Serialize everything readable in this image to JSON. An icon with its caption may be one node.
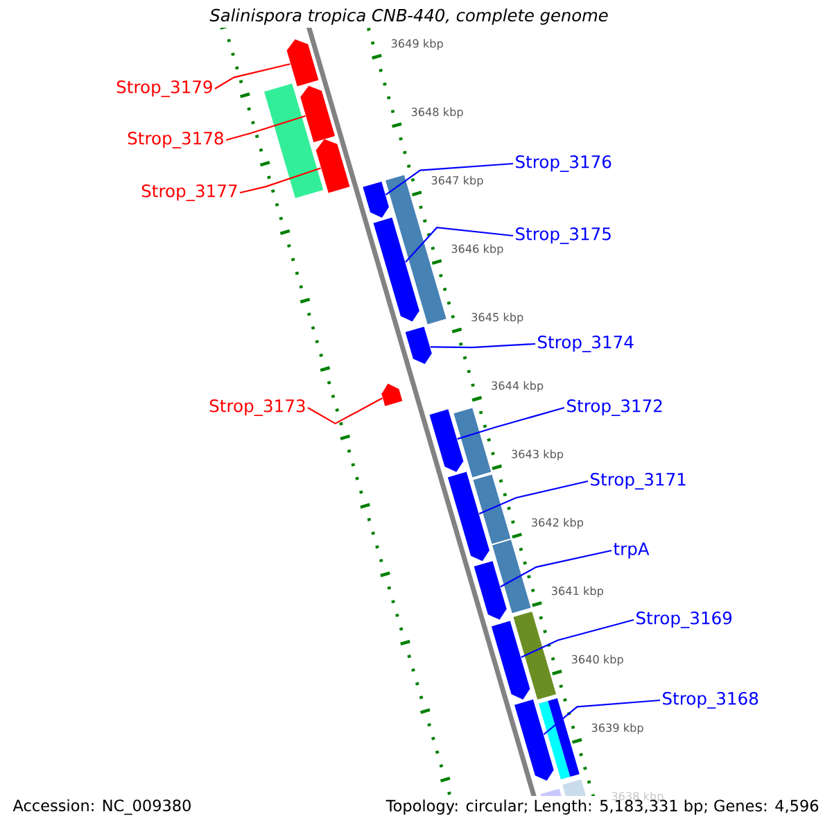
{
  "diagram": {
    "title": "Salinispora tropica CNB-440, complete genome",
    "nodes": [
      {
        "text": [
          "Strop_3179"
        ]
      },
      {
        "text": [
          "Strop_3178"
        ]
      },
      {
        "text": [
          "Strop_3177"
        ]
      },
      {
        "text": [
          "Strop_3176"
        ]
      },
      {
        "text": [
          "Strop_3175"
        ]
      },
      {
        "text": [
          "Strop_3174"
        ]
      },
      {
        "text": [
          "Strop_3173"
        ]
      },
      {
        "text": [
          "Strop_3172"
        ]
      },
      {
        "text": [
          "Strop_3171"
        ]
      },
      {
        "text": [
          "trpA"
        ]
      },
      {
        "text": [
          "Strop_3169"
        ]
      },
      {
        "text": [
          "Strop_3168"
        ]
      },
      {
        "text": [],
        "shape": "pentagon"
      },
      {
        "text": [],
        "shape": "pentagon"
      },
      {
        "text": [],
        "shape": "pentagon"
      },
      {
        "text": [],
        "shape": "pentagon"
      },
      {
        "text": [],
        "shape": "pentagon"
      },
      {
        "text": [],
        "shape": "pentagon"
      },
      {
        "text": [],
        "shape": "pentagon"
      },
      {
        "text": [],
        "shape": "pentagon"
      },
      {
        "text": [],
        "shape": "pentagon"
      },
      {
        "text": [],
        "shape": "pentagon"
      },
      {
        "text": [],
        "shape": "pentagon"
      },
      {
        "text": [],
        "shape": "pentagon"
      }
    ],
    "edges": [
      {
        "from": 0,
        "to": 12,
        "arrow": "none",
        "color": "#ff0000"
      },
      {
        "from": 1,
        "to": 13,
        "arrow": "none",
        "color": "#ff0000"
      },
      {
        "from": 2,
        "to": 14,
        "arrow": "none",
        "color": "#ff0000"
      },
      {
        "from": 3,
        "to": 15,
        "arrow": "none"
      },
      {
        "from": 4,
        "to": 16,
        "arrow": "none"
      },
      {
        "from": 5,
        "to": 17,
        "arrow": "none"
      },
      {
        "from": 6,
        "to": 18,
        "arrow": "none",
        "color": "#ff0000"
      },
      {
        "from": 7,
        "to": 19,
        "arrow": "none"
      },
      {
        "from": 8,
        "to": 20,
        "arrow": "none"
      },
      {
        "from": 9,
        "to": 21,
        "arrow": "none"
      },
      {
        "from": 10,
        "to": 22,
        "arrow": "none"
      },
      {
        "from": 11,
        "to": 23,
        "arrow": "none"
      }
    ],
    "labels": [
      "3649 kbp",
      "3648 kbp",
      "3647 kbp",
      "3646 kbp",
      "3645 kbp",
      "3644 kbp",
      "3643 kbp",
      "3642 kbp",
      "3641 kbp",
      "3640 kbp",
      "3639 kbp",
      "3638 kbp",
      "Accession: NC_009380",
      "Topology: circular; Length: 5,183,331 bp; Genes: 4,596"
    ]
  }
}
